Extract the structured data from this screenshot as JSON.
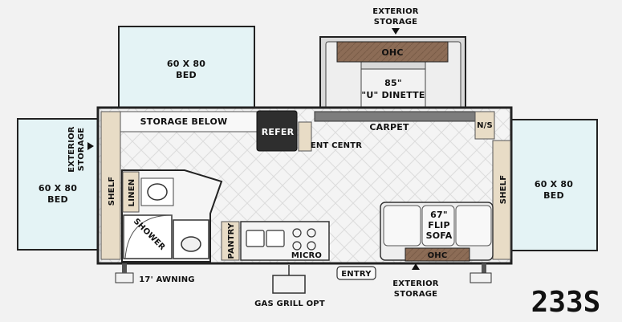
{
  "labels": {
    "exterior_storage_top": [
      "EXTERIOR",
      "STORAGE"
    ],
    "ohc_top": "OHC",
    "dinette": [
      "85\"",
      "\"U\" DINETTE"
    ],
    "bed_top": [
      "60 X 80",
      "BED"
    ],
    "storage_below": "STORAGE BELOW",
    "refer": "REFER",
    "carpet": "CARPET",
    "ns": "N/S",
    "ent_centr": "ENT CENTR",
    "exterior_storage_left": [
      "EXTERIOR",
      "STORAGE"
    ],
    "bed_left": [
      "60 X 80",
      "BED"
    ],
    "shelf_left": "SHELF",
    "linen": "LINEN",
    "shower": "SHOWER",
    "pantry": "PANTRY",
    "micro": "MICRO",
    "sofa": [
      "67\"",
      "FLIP",
      "SOFA"
    ],
    "ohc_bottom": "OHC",
    "shelf_right": "SHELF",
    "bed_right": [
      "60 X 80",
      "BED"
    ],
    "awning": "17' AWNING",
    "gas_grill": "GAS GRILL OPT",
    "entry": "ENTRY",
    "exterior_storage_bottom": [
      "EXTERIOR",
      "STORAGE"
    ],
    "model": "233S"
  },
  "colors": {
    "bed_fill": "#e4f3f5",
    "wood": "#e8dcc6",
    "floor": "#f6f6f6",
    "dark": "#2b2b2b",
    "ohc_brown": "#8a6a55",
    "carpet": "#7c7c7c"
  }
}
